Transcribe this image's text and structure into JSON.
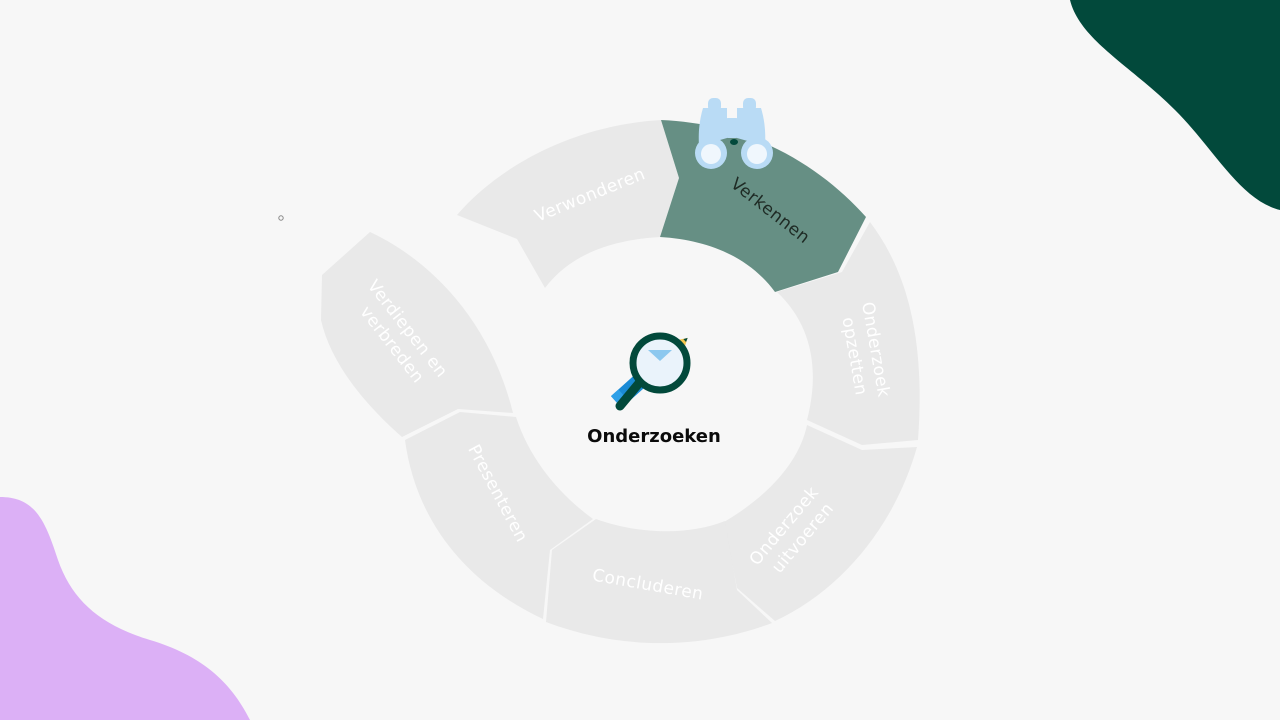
{
  "diagram": {
    "center_title": "Onderzoeken",
    "active_step": "Verkennen",
    "steps": [
      {
        "id": "verwonderen",
        "label": [
          "Verwonderen"
        ],
        "active": false
      },
      {
        "id": "verkennen",
        "label": [
          "Verkennen"
        ],
        "active": true
      },
      {
        "id": "onderzoek-opzetten",
        "label": [
          "Onderzoek",
          "opzetten"
        ],
        "active": false
      },
      {
        "id": "onderzoek-uitvoeren",
        "label": [
          "Onderzoek",
          "uitvoeren"
        ],
        "active": false
      },
      {
        "id": "concluderen",
        "label": [
          "Concluderen"
        ],
        "active": false
      },
      {
        "id": "presenteren",
        "label": [
          "Presenteren"
        ],
        "active": false
      },
      {
        "id": "verdiepen-en-verbreden",
        "label": [
          "Verdiepen en",
          "verbreden"
        ],
        "active": false
      }
    ]
  },
  "icons": {
    "center": "magnifier-pencil-icon",
    "active_step": "binoculars-icon"
  },
  "colors": {
    "background": "#f7f7f7",
    "segment": "#e9e9e9",
    "active_segment": "#668f84",
    "label": "#ffffff",
    "active_label": "#1e2a24",
    "blob_green": "#02493b",
    "blob_purple": "#dcb0f6",
    "binoculars": "#b9dbf5"
  }
}
